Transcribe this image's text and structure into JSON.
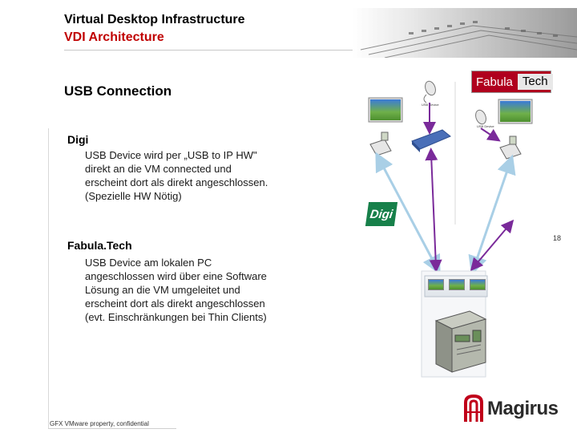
{
  "header": {
    "title": "Virtual Desktop Infrastructure",
    "subtitle": "VDI Architecture"
  },
  "slide": {
    "heading": "USB Connection",
    "sections": [
      {
        "title": "Digi",
        "lines": [
          "USB Device wird per „USB to IP HW\"",
          "direkt an die VM connected und",
          "erscheint dort als direkt angeschlossen.",
          "(Spezielle HW Nötig)"
        ]
      },
      {
        "title": "Fabula.Tech",
        "lines": [
          "USB Device am lokalen PC",
          "angeschlossen wird über eine Software",
          "Lösung an die VM umgeleitet und",
          "erscheint dort als direkt angeschlossen",
          "(evt. Einschränkungen bei Thin Clients)"
        ]
      }
    ]
  },
  "logos": {
    "fabula_part1": "Fabula",
    "fabula_part2": "Tech",
    "digi": "Digi",
    "magirus": "Magirus"
  },
  "diagram": {
    "usb_label_1": "USB Device",
    "usb_label_2": "USB Device"
  },
  "footer": {
    "confidential": "GFX VMware property, confidential",
    "page_number": "18"
  },
  "colors": {
    "accent_red": "#c00000",
    "arrow_blue": "#a9cfe6",
    "arrow_purple": "#7a2a9a"
  }
}
